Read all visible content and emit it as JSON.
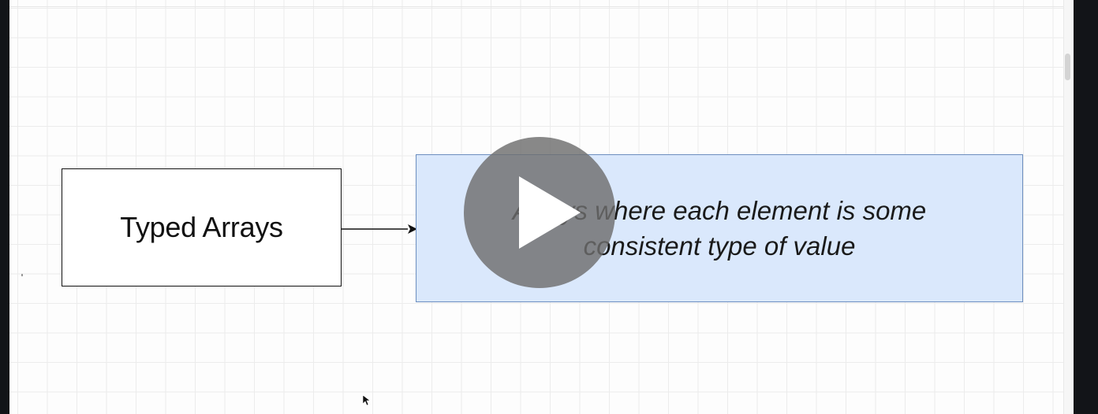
{
  "diagram": {
    "source_node": {
      "label": "Typed Arrays"
    },
    "target_node": {
      "line1": "Arrays where each element is some",
      "line2": "consistent type of value",
      "fill_color": "#dae8fc",
      "stroke_color": "#6c8ebf"
    },
    "edge": {
      "direction": "source-to-target"
    }
  },
  "video_overlay": {
    "control": "play-icon"
  }
}
